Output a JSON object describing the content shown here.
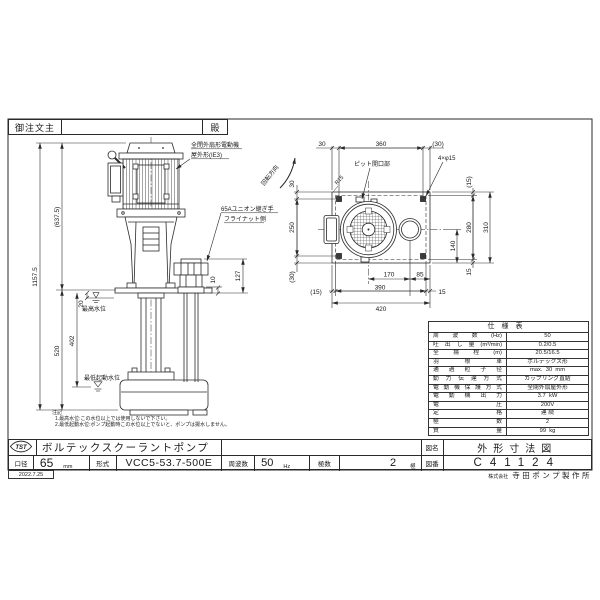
{
  "customer": {
    "label": "御注文主",
    "honorific": "殿"
  },
  "front_view": {
    "motor_label_1": "全閉外扇形電動機",
    "motor_label_2": "屋外形(IE3)",
    "union_label_1": "65Aユニオン継ぎ手",
    "union_label_2": "フライナット側",
    "rotation_label": "回転方向",
    "max_water_label": "最高水位",
    "min_water_label": "最低起動水位",
    "dim_total": "1157.5",
    "dim_upper": "(637.5)",
    "dim_lower": "520",
    "dim_min_water": "402",
    "dim_max_water": "20",
    "dim_union_base": "10",
    "dim_union_top": "127"
  },
  "top_view": {
    "pit_label": "ピット開口部",
    "holes_label": "4×φ15",
    "corner_radius": "R15",
    "dim_top_left": "30",
    "dim_top_mid": "360",
    "dim_top_right": "(30)",
    "dim_left_top": "30",
    "dim_left_mid": "250",
    "dim_left_bot": "(30)",
    "dim_right_top": "(15)",
    "dim_right_pit": "280",
    "dim_right_total": "310",
    "dim_right_center": "140",
    "dim_right_bot": "15",
    "dim_bot_center": "170",
    "dim_bot_right": "85",
    "dim_bot2_left": "(15)",
    "dim_bot2_mid": "390",
    "dim_bot2_right": "15",
    "dim_bot_total": "420"
  },
  "notes": {
    "title": "注記",
    "line1": "1.最高水位:この水位以上では使用しないで下さい。",
    "line2": "2.最低起動水位:ポンプ起動時この水位以上でないと、ポンプは揚水しません。"
  },
  "spec": {
    "title": "仕様表",
    "rows": [
      {
        "label": "周波数(Hz)",
        "value": "50"
      },
      {
        "label": "吐出し量(m³/min)",
        "value": "0.2/0.5"
      },
      {
        "label": "全揚程(m)",
        "value": "20.5/16.5"
      },
      {
        "label": "羽根車",
        "value": "ボルテックス形"
      },
      {
        "label": "通過粒子径",
        "value": "max.  30  mm"
      },
      {
        "label": "動力伝達方式",
        "value": "カップリング直結"
      },
      {
        "label": "電動機保護方式",
        "value": "全閉外扇屋外形"
      },
      {
        "label": "電動機出力",
        "value": "3.7  kW"
      },
      {
        "label": "電圧",
        "value": "200V"
      },
      {
        "label": "定格",
        "value": "連 続"
      },
      {
        "label": "極数",
        "value": "2"
      },
      {
        "label": "質量",
        "value": "99  kg"
      }
    ]
  },
  "title_block": {
    "logo_text": "TST",
    "product_name": "ボルテックスクーラントポンプ",
    "bore_label": "口径",
    "bore_value": "65",
    "bore_unit": "mm",
    "model_label": "形式",
    "model_value": "VCC5-53.7-500E",
    "freq_label": "周波数",
    "freq_value": "50",
    "freq_unit": "Hz",
    "poles_label": "極数",
    "poles_value": "2",
    "poles_unit": "極",
    "dwg_name_label": "図名",
    "dwg_name": "外形寸法図",
    "dwg_no_label": "図番",
    "dwg_no": "C41124",
    "company_prefix": "株式会社",
    "company_name": "寺田ポンプ製作所",
    "date": "2022.7.25"
  }
}
